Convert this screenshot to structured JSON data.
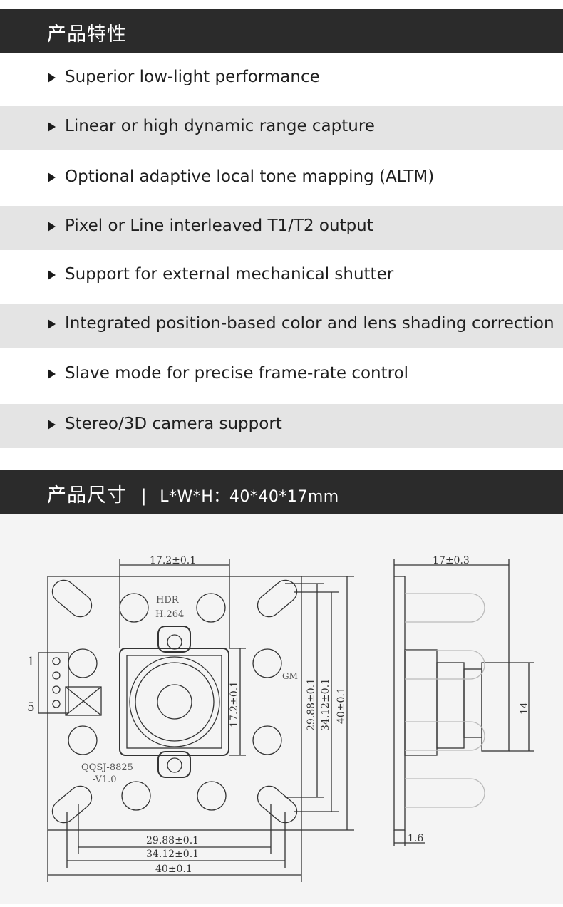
{
  "features_section": {
    "title": "产品特性",
    "items": [
      "Superior low-light performance",
      "Linear or high dynamic range capture",
      "Optional adaptive local tone mapping (ALTM)",
      "Pixel or Line interleaved T1/T2 output",
      "Support for external mechanical shutter",
      "Integrated position-based color and lens shading correction",
      "Slave mode for precise frame-rate control",
      "Stereo/3D camera support"
    ]
  },
  "size_section": {
    "title": "产品尺寸",
    "separator": "|",
    "spec": "L*W*H：40*40*17mm"
  },
  "drawing": {
    "top_width": "17.2±0.1",
    "board_label_1": "HDR",
    "board_label_2": "H.264",
    "board_model_1": "QQSJ-8825",
    "board_model_2": "-V1.0",
    "gm_label": "GM",
    "lens_height": "17.2±0.1",
    "dim_29": "29.88±0.1",
    "dim_34": "34.12±0.1",
    "dim_40": "40±0.1",
    "pin_1": "1",
    "pin_5": "5",
    "side_depth": "17±0.3",
    "side_height": "14",
    "side_thickness": "1.6"
  },
  "colors": {
    "dark_bar": "#2b2b2b",
    "row_gray": "#e4e4e4",
    "line": "#333333"
  }
}
